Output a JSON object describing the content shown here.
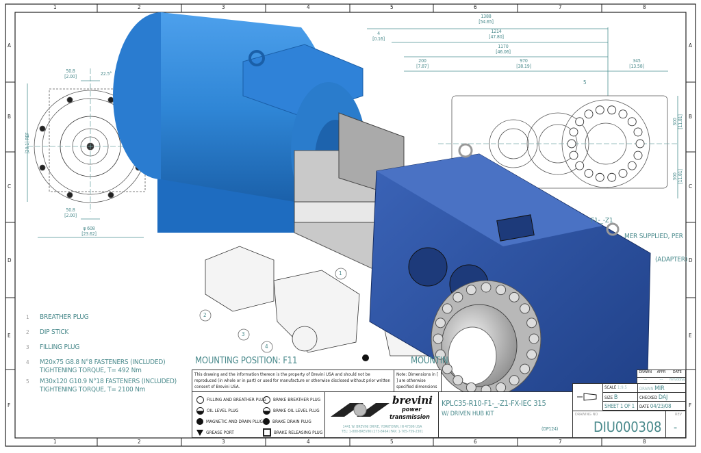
{
  "frame": {
    "columns": [
      "1",
      "2",
      "3",
      "4",
      "5",
      "6",
      "7",
      "8"
    ],
    "rows": [
      "A",
      "B",
      "C",
      "D",
      "E",
      "F"
    ]
  },
  "dimensions": {
    "top": [
      {
        "mm": "1388",
        "in": "[54.65]"
      },
      {
        "mm": "1214",
        "in": "[47.80]"
      },
      {
        "mm": "1170",
        "in": "[46.06]"
      },
      {
        "mm": "200",
        "in": "[7.87]"
      },
      {
        "mm": "970",
        "in": "[38.19]"
      },
      {
        "mm": "345",
        "in": "[13.58]"
      },
      {
        "mm": "4",
        "in": "[0.16]"
      }
    ],
    "motor_end": [
      {
        "mm": "50.8",
        "in": "[2.00]"
      },
      {
        "mm": "50.8",
        "in": "[2.00]"
      },
      {
        "mm": "φ 608",
        "in": "[23.62]"
      },
      {
        "mm": "22.5°",
        "in": ""
      },
      {
        "mm": "",
        "in": "[20.1] REF"
      }
    ],
    "right_side": [
      {
        "mm": "300",
        "in": "[11.81]"
      },
      {
        "mm": "300",
        "in": "[11.81]"
      }
    ]
  },
  "callouts": [
    "1",
    "2",
    "3",
    "4",
    "5"
  ],
  "partial_notes": [
    "F1-_-Z1",
    "MER SUPPLIED, PER",
    "(ADAPTER)"
  ],
  "legend_items": [
    {
      "num": "1",
      "text": "BREATHER PLUG"
    },
    {
      "num": "2",
      "text": "DIP STICK"
    },
    {
      "num": "3",
      "text": "FILLING PLUG"
    },
    {
      "num": "4",
      "text": "M20x75 G8.8 N°8 FASTENERS (INCLUDED)",
      "text2": "TIGHTENING TORQUE, T= 492 Nm"
    },
    {
      "num": "5",
      "text": "M30x120 G10.9 N°18 FASTENERS (INCLUDED)",
      "text2": "TIGHTENING TORQUE, T= 2100 Nm"
    }
  ],
  "mounting_positions": [
    "MOUNTING POSITION: F11",
    "MOUNTIN"
  ],
  "title_block": {
    "property_note": "This drawing and the information thereon is the property of Brevini USA and should not be reproduced (in whole or in part) or used for manufacture or otherwise disclosed without prior written consent of Brevini USA.",
    "dimension_note": "Note: Dimensions in [ ] are otherwise specified dimensions",
    "plug_legend": [
      {
        "symbol": "circle-open",
        "text": "FILLING AND BREATHER PLUG"
      },
      {
        "symbol": "circle-half",
        "text": "OIL LEVEL PLUG"
      },
      {
        "symbol": "circle-filled",
        "text": "MAGNETIC AND DRAIN PLUG"
      },
      {
        "symbol": "triangle-down",
        "text": "GREASE PORT"
      },
      {
        "symbol": "circle-open",
        "text": "BRAKE BREATHER PLUG"
      },
      {
        "symbol": "circle-half",
        "text": "BRAKE OIL LEVEL PLUG"
      },
      {
        "symbol": "circle-filled",
        "text": "BRAKE DRAIN PLUG"
      },
      {
        "symbol": "square",
        "text": "BRAKE RELEASING PLUG"
      }
    ],
    "company": {
      "name1": "brevini",
      "name2": "power",
      "name3": "transmission",
      "address": "1441 W. BREVINI DRIVE, YORKTOWN, IN 47396 USA",
      "phone": "TEL: 1-888-BREVINI (273-8464)  FAX: 1-765-759-2301"
    },
    "part_title": "KPLC35-R10-F1-_-Z1-FX-IEC 315",
    "part_subtitle": "W/ DRIVEN HUB KIT",
    "dp_code": "(DP124)",
    "revision_header": {
      "drawn": "DRAWN",
      "appr": "APPR",
      "date": "DATE",
      "drawn_val": "---",
      "appr_val": "---",
      "date_val": "mm/dd/yy"
    },
    "scale_label": "SCALE",
    "scale": "1:9.5",
    "size_label": "SIZE",
    "size": "B",
    "sheet": "SHEET 1 OF 1",
    "drawn_label": "DRAWN",
    "drawn_by": "MIR",
    "checked_label": "CHECKED",
    "checked_by": "DAJ",
    "date_label": "DATE",
    "date": "04/23/08",
    "drawing_no_label": "DRAWING NO",
    "drawing_no": "DIU000308",
    "rev_label": "REV",
    "rev": "-"
  },
  "colors": {
    "line": "#4a8f90",
    "motor_blue": "#2f86d6",
    "gearbox_blue": "#2a4f9e",
    "frame": "#222222"
  }
}
